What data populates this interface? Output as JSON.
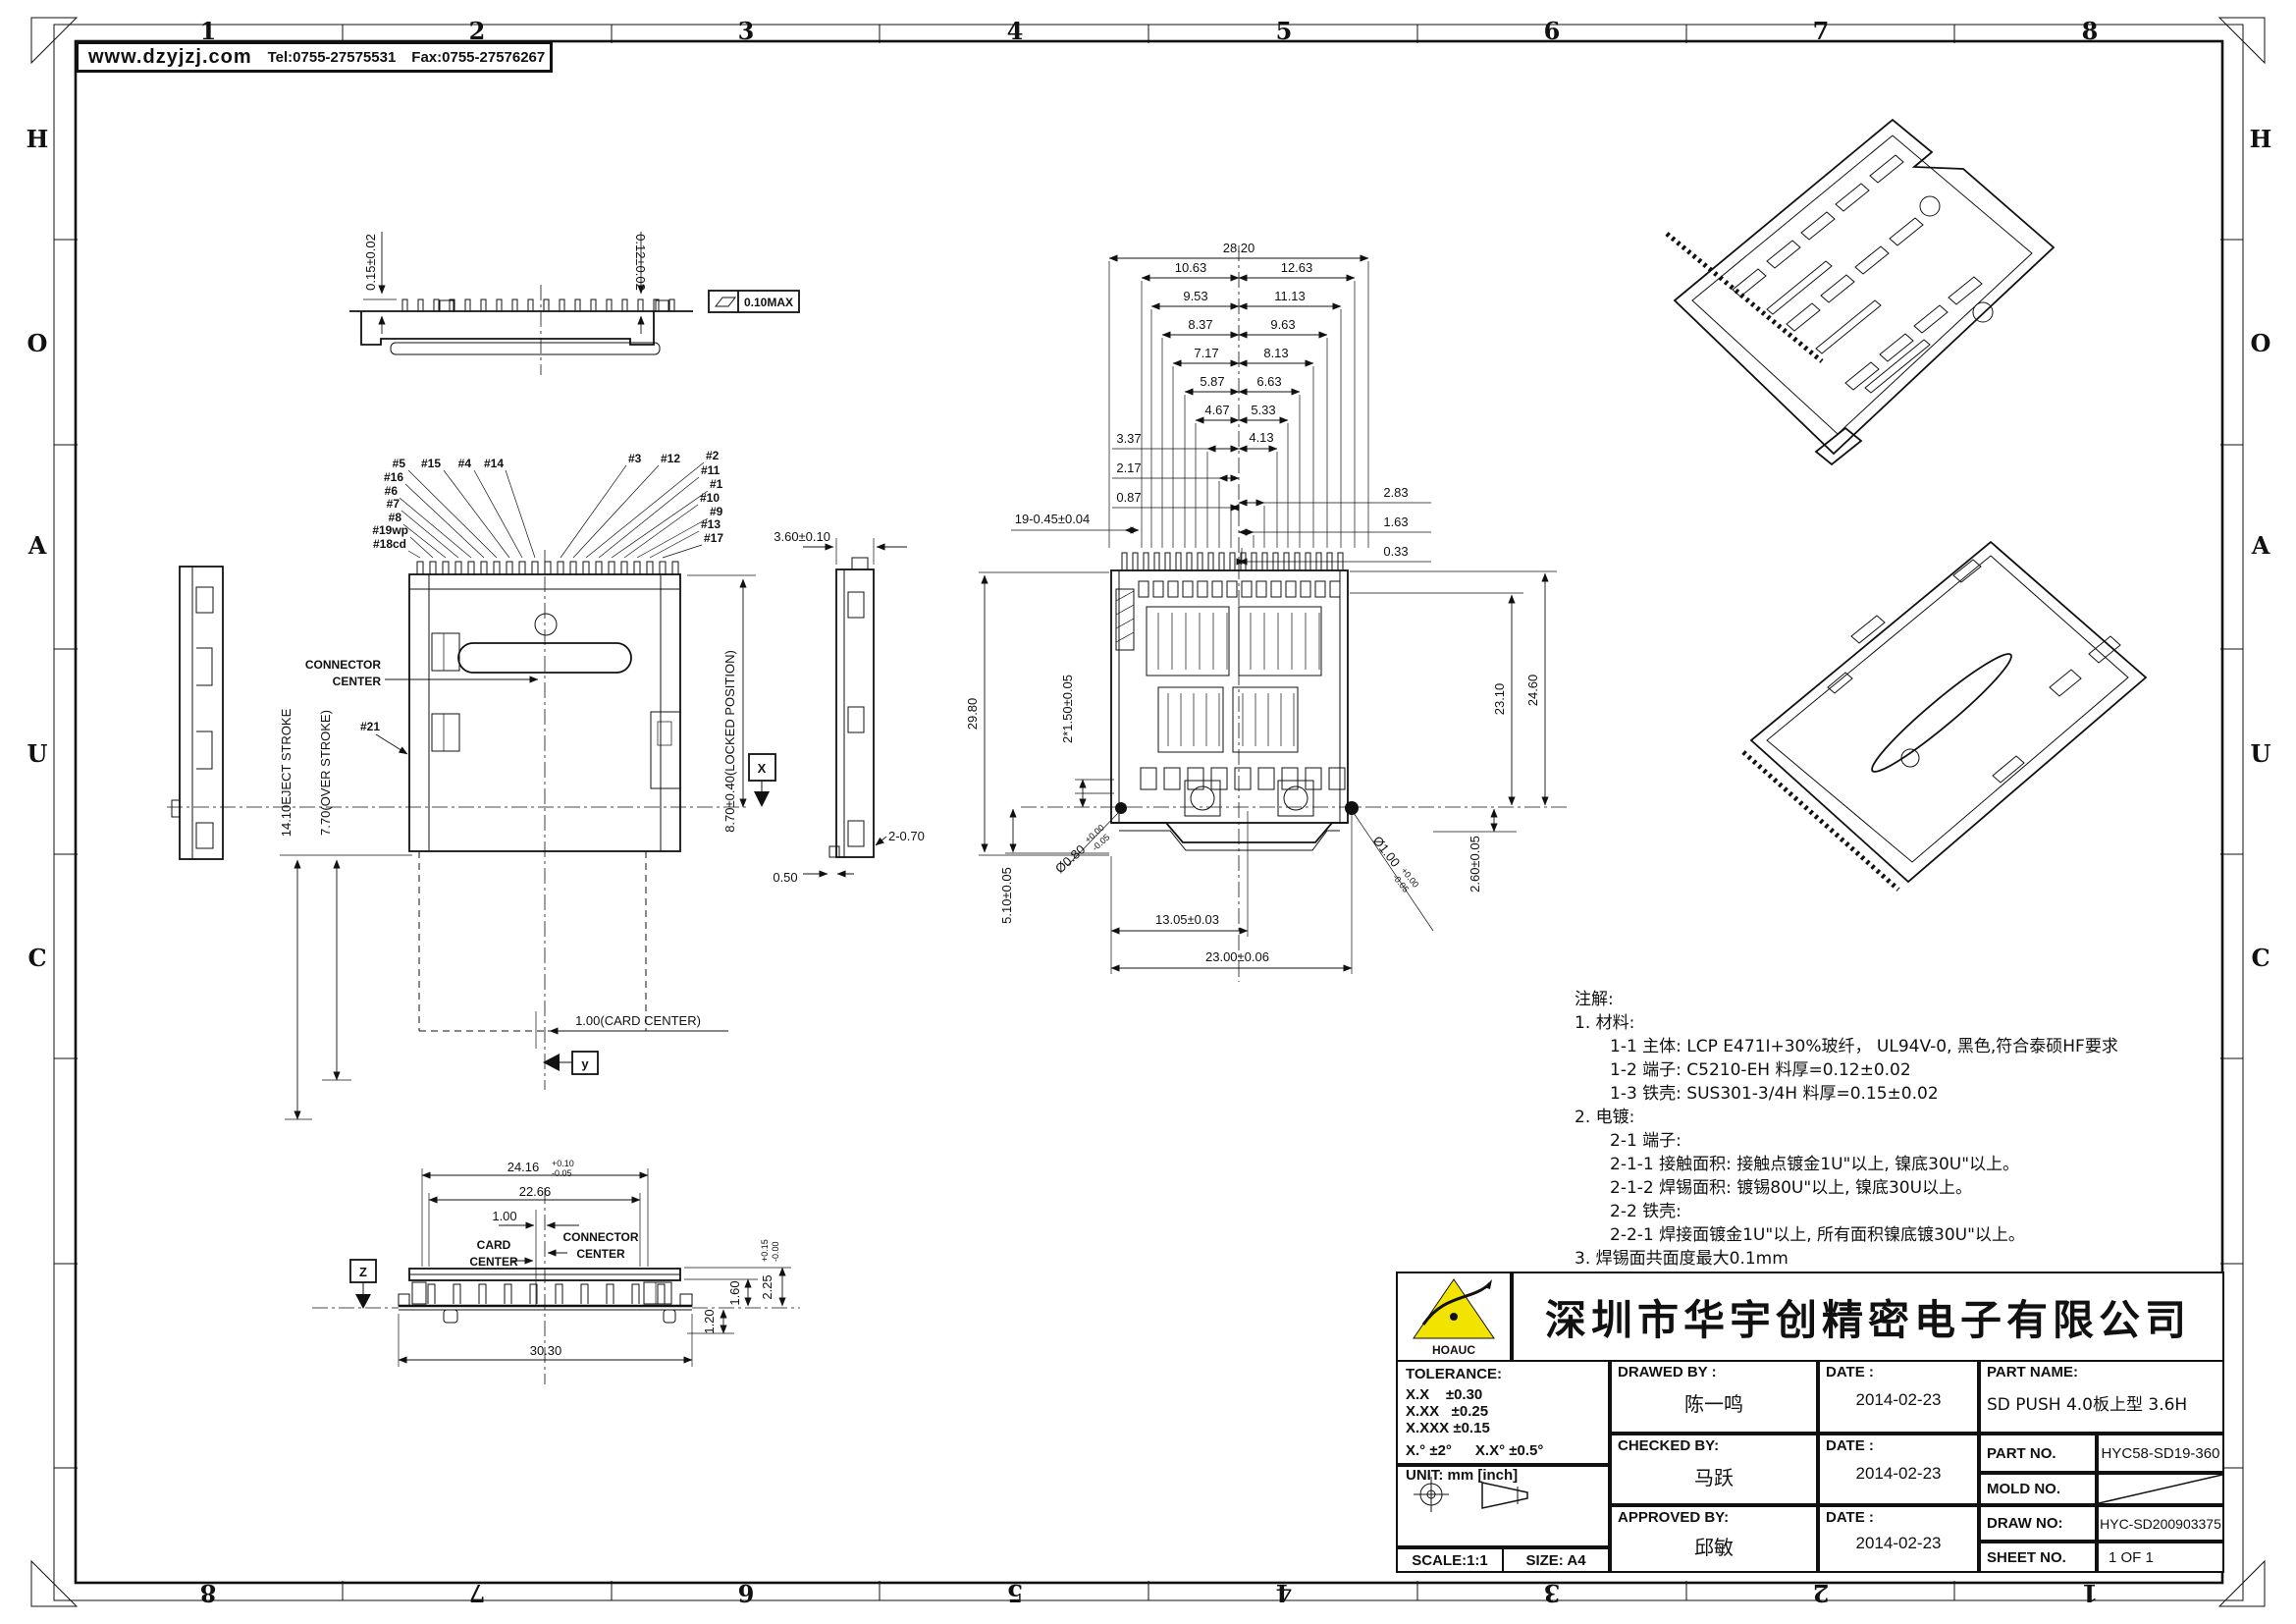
{
  "header": {
    "website": "www.dzyjzj.com",
    "tel": "Tel:0755-27575531",
    "fax": "Fax:0755-27576267"
  },
  "border": {
    "top": [
      "1",
      "2",
      "3",
      "4",
      "5",
      "6",
      "7",
      "8"
    ],
    "bottom": [
      "8",
      "7",
      "6",
      "5",
      "4",
      "3",
      "2",
      "1"
    ],
    "left": [
      "H",
      "O",
      "A",
      "U",
      "C"
    ],
    "right": [
      "H",
      "O",
      "A",
      "U",
      "C"
    ]
  },
  "front_view": {
    "dim_left": "0.15±0.02",
    "dim_right": "0.12±0.02",
    "flatness": "0.10MAX"
  },
  "side_view": {
    "dim_height": "3.60±0.10",
    "dim_notch": "2-0.70",
    "dim_base": "0.50"
  },
  "top_view": {
    "pins_left": [
      "#5",
      "#15",
      "#4",
      "#14",
      "#16",
      "#6",
      "#7",
      "#8",
      "#19wp",
      "#18cd"
    ],
    "pins_right": [
      "#3",
      "#12",
      "#2",
      "#11",
      "#1",
      "#10",
      "#9",
      "#13",
      "#17"
    ],
    "pin21": "#21",
    "connector_center_1": "CONNECTOR",
    "connector_center_2": "CENTER",
    "dim_e ject": "",
    "dim_eject": "14.10EJECT STROKE",
    "dim_over": "7.70(OVER STROKE)",
    "dim_locked": "8.70±0.40(LOCKED POSITION)",
    "dim_card_center": "1.00(CARD CENTER)",
    "datum_x": "X",
    "datum_y": "y",
    "datum_z": "Z"
  },
  "bottom_view": {
    "dim_overall": "28.20",
    "ladder_left": [
      "10.63",
      "9.53",
      "8.37",
      "7.17",
      "5.87",
      "4.67"
    ],
    "ladder_right": [
      "12.63",
      "11.13",
      "9.63",
      "8.13",
      "6.63",
      "5.33"
    ],
    "small_left": [
      "3.37",
      "2.17",
      "0.87"
    ],
    "small_right": [
      "4.13",
      "2.83",
      "1.63",
      "0.33"
    ],
    "dim_pins": "19-0.45±0.04",
    "dim_height": "29.80",
    "dim_steps": "2*1.50±0.05",
    "dim_depth": "5.10±0.05",
    "hole1": "Ø0.80",
    "hole1_sup": "+0.00",
    "hole1_sub": "-0.05",
    "hole2": "Ø1.00",
    "hole2_sup": "+0.00",
    "hole2_sub": "-0.05",
    "dim_w1": "13.05±0.03",
    "dim_w2": "23.00±0.06",
    "dim_r1": "2.60±0.05",
    "dim_r2": "23.10",
    "dim_r3": "24.60"
  },
  "front2_view": {
    "dim_w1": "24.16",
    "w1_sup": "+0.10",
    "w1_sub": "-0.05",
    "dim_w2": "22.66",
    "dim_w3": "1.00",
    "card_center_1": "CARD",
    "card_center_2": "CENTER",
    "connector_center_1": "CONNECTOR",
    "connector_center_2": "CENTER",
    "dim_w4": "30.30",
    "dim_h1": "1.60",
    "dim_h2": "2.25",
    "h2_sup": "+0.15",
    "h2_sub": "-0.00",
    "dim_h3": "1.20"
  },
  "notes": {
    "title": "注解:",
    "lines": [
      "1. 材料:",
      "1-1 主体: LCP E471I+30%玻纤，  UL94V-0, 黑色,符合泰硕HF要求",
      "1-2 端子: C5210-EH 料厚=0.12±0.02",
      "1-3 铁壳: SUS301-3/4H 料厚=0.15±0.02",
      "2. 电镀:",
      "2-1  端子:",
      "2-1-1 接触面积: 接触点镀金1U\"以上, 镍底30U\"以上。",
      "2-1-2 焊锡面积: 镀锡80U\"以上, 镍底30U以上。",
      "2-2  铁壳:",
      "2-2-1 焊接面镀金1U\"以上, 所有面积镍底镀30U\"以上。",
      "3. 焊锡面共面度最大0.1mm"
    ]
  },
  "title_block": {
    "company": "深圳市华宇创精密电子有限公司",
    "logo_text": "HOAUC",
    "tolerance_title": "TOLERANCE:",
    "tol_lines": [
      "X.X    ±0.30",
      "X.XX   ±0.25",
      "X.XXX ±0.15"
    ],
    "tol_deg": "X.°  ±2°",
    "tol_deg2": "X.X°  ±0.5°",
    "unit": "UNIT:  mm  [inch]",
    "scale": "SCALE:1:1",
    "size": "SIZE:  A4",
    "drawed_label": "DRAWED BY :",
    "drawed_name": "陈一鸣",
    "checked_label": "CHECKED BY:",
    "checked_name": "马跃",
    "approved_label": "APPROVED BY:",
    "approved_name": "邱敏",
    "date_label": "DATE :",
    "dates": [
      "2014-02-23",
      "2014-02-23",
      "2014-02-23"
    ],
    "part_name_label": "PART NAME:",
    "part_name": "SD PUSH 4.0板上型 3.6H",
    "part_no_label": "PART NO.",
    "part_no": "HYC58-SD19-360",
    "mold_no_label": "MOLD NO.",
    "draw_no_label": "DRAW NO:",
    "draw_no": "HYC-SD200903375",
    "sheet_no_label": "SHEET NO.",
    "sheet_no": "1 OF 1"
  }
}
